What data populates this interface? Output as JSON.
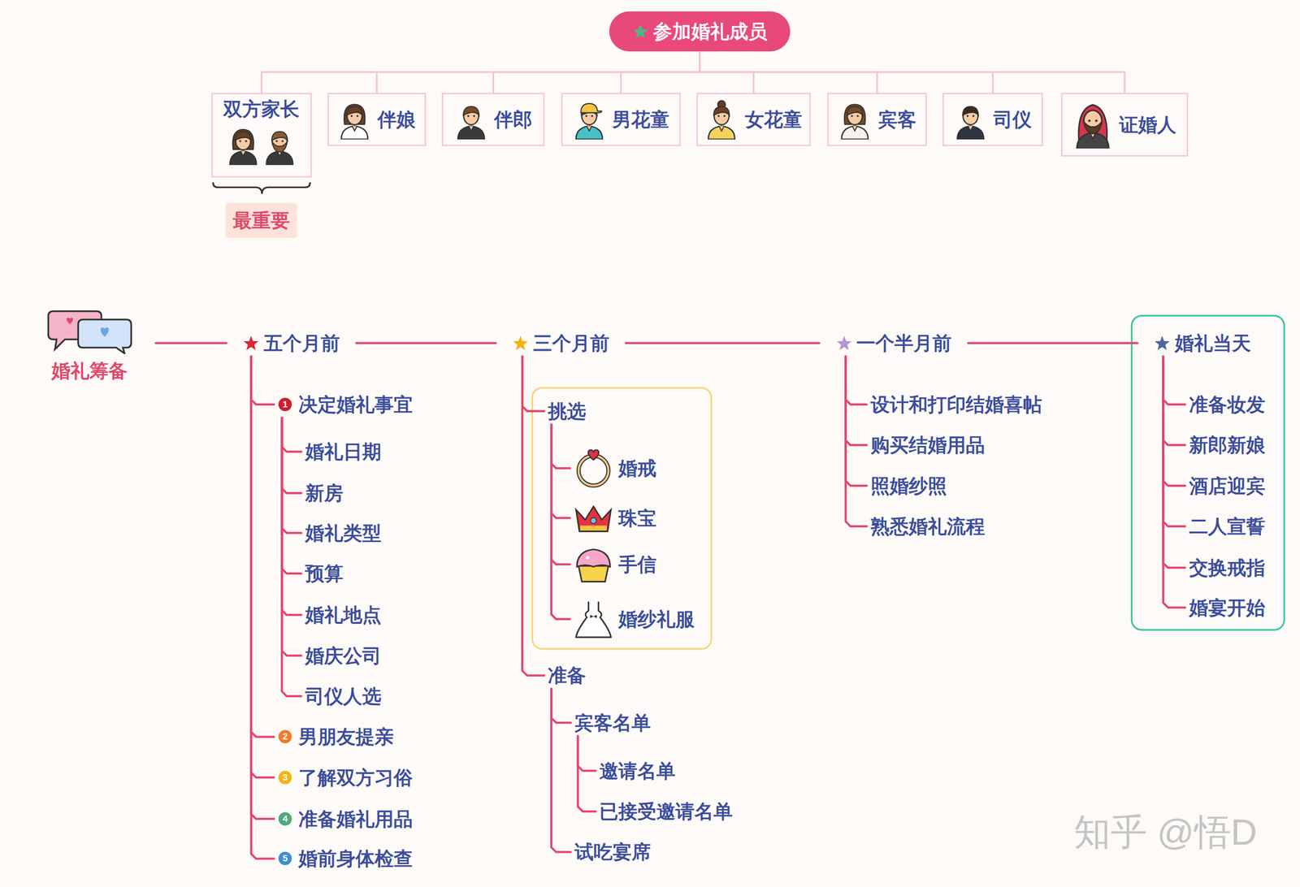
{
  "diagram": {
    "nodes": [
      {
        "text": [
          "参加婚礼成员"
        ]
      },
      {
        "text": [
          "双方家长"
        ]
      },
      {
        "text": [
          "伴娘"
        ]
      },
      {
        "text": [
          "伴郎"
        ]
      },
      {
        "text": [
          "男花童"
        ]
      },
      {
        "text": [
          "女花童"
        ]
      },
      {
        "text": [
          "宾客"
        ]
      },
      {
        "text": [
          "司仪"
        ]
      },
      {
        "text": [
          "证婚人"
        ]
      },
      {
        "text": [
          "最重要"
        ]
      },
      {
        "text": [
          "婚礼筹备"
        ]
      },
      {
        "text": [
          "五个月前"
        ]
      },
      {
        "text": [
          "决定婚礼事宜"
        ]
      },
      {
        "text": [
          "婚礼日期"
        ]
      },
      {
        "text": [
          "新房"
        ]
      },
      {
        "text": [
          "婚礼类型"
        ]
      },
      {
        "text": [
          "预算"
        ]
      },
      {
        "text": [
          "婚礼地点"
        ]
      },
      {
        "text": [
          "婚庆公司"
        ]
      },
      {
        "text": [
          "司仪人选"
        ]
      },
      {
        "text": [
          "男朋友提亲"
        ]
      },
      {
        "text": [
          "了解双方习俗"
        ]
      },
      {
        "text": [
          "准备婚礼用品"
        ]
      },
      {
        "text": [
          "婚前身体检查"
        ]
      },
      {
        "text": [
          "三个月前"
        ]
      },
      {
        "text": [
          "挑选"
        ]
      },
      {
        "text": [
          "婚戒"
        ]
      },
      {
        "text": [
          "珠宝"
        ]
      },
      {
        "text": [
          "手信"
        ]
      },
      {
        "text": [
          "婚纱礼服"
        ]
      },
      {
        "text": [
          "准备"
        ]
      },
      {
        "text": [
          "宾客名单"
        ]
      },
      {
        "text": [
          "邀请名单"
        ]
      },
      {
        "text": [
          "已接受邀请名单"
        ]
      },
      {
        "text": [
          "试吃宴席"
        ]
      },
      {
        "text": [
          "一个半月前"
        ]
      },
      {
        "text": [
          "设计和打印结婚喜帖"
        ]
      },
      {
        "text": [
          "购买结婚用品"
        ]
      },
      {
        "text": [
          "照婚纱照"
        ]
      },
      {
        "text": [
          "熟悉婚礼流程"
        ]
      },
      {
        "text": [
          "婚礼当天"
        ]
      },
      {
        "text": [
          "准备妆发"
        ]
      },
      {
        "text": [
          "新郎新娘"
        ]
      },
      {
        "text": [
          "酒店迎宾"
        ]
      },
      {
        "text": [
          "二人宣誓"
        ]
      },
      {
        "text": [
          "交换戒指"
        ]
      },
      {
        "text": [
          "婚宴开始"
        ]
      }
    ],
    "edges": [
      {
        "from": 0,
        "to": 1,
        "arrow": "none"
      },
      {
        "from": 0,
        "to": 2,
        "arrow": "none"
      },
      {
        "from": 0,
        "to": 3,
        "arrow": "none"
      },
      {
        "from": 0,
        "to": 4,
        "arrow": "none"
      },
      {
        "from": 0,
        "to": 5,
        "arrow": "none"
      },
      {
        "from": 0,
        "to": 6,
        "arrow": "none"
      },
      {
        "from": 0,
        "to": 7,
        "arrow": "none"
      },
      {
        "from": 0,
        "to": 8,
        "arrow": "none"
      },
      {
        "from": 10,
        "to": 11,
        "arrow": "none"
      },
      {
        "from": 11,
        "to": 24,
        "arrow": "none"
      },
      {
        "from": 24,
        "to": 35,
        "arrow": "none"
      },
      {
        "from": 35,
        "to": 40,
        "arrow": "none"
      },
      {
        "from": 11,
        "to": 12,
        "arrow": "none"
      },
      {
        "from": 12,
        "to": 13,
        "arrow": "none"
      },
      {
        "from": 12,
        "to": 14,
        "arrow": "none"
      },
      {
        "from": 12,
        "to": 15,
        "arrow": "none"
      },
      {
        "from": 12,
        "to": 16,
        "arrow": "none"
      },
      {
        "from": 12,
        "to": 17,
        "arrow": "none"
      },
      {
        "from": 12,
        "to": 18,
        "arrow": "none"
      },
      {
        "from": 12,
        "to": 19,
        "arrow": "none"
      },
      {
        "from": 11,
        "to": 20,
        "arrow": "none"
      },
      {
        "from": 11,
        "to": 21,
        "arrow": "none"
      },
      {
        "from": 11,
        "to": 22,
        "arrow": "none"
      },
      {
        "from": 11,
        "to": 23,
        "arrow": "none"
      },
      {
        "from": 24,
        "to": 25,
        "arrow": "none"
      },
      {
        "from": 25,
        "to": 26,
        "arrow": "none"
      },
      {
        "from": 25,
        "to": 27,
        "arrow": "none"
      },
      {
        "from": 25,
        "to": 28,
        "arrow": "none"
      },
      {
        "from": 25,
        "to": 29,
        "arrow": "none"
      },
      {
        "from": 24,
        "to": 30,
        "arrow": "none"
      },
      {
        "from": 30,
        "to": 31,
        "arrow": "none"
      },
      {
        "from": 31,
        "to": 32,
        "arrow": "none"
      },
      {
        "from": 31,
        "to": 33,
        "arrow": "none"
      },
      {
        "from": 30,
        "to": 34,
        "arrow": "none"
      },
      {
        "from": 35,
        "to": 36,
        "arrow": "none"
      },
      {
        "from": 35,
        "to": 37,
        "arrow": "none"
      },
      {
        "from": 35,
        "to": 38,
        "arrow": "none"
      },
      {
        "from": 35,
        "to": 39,
        "arrow": "none"
      },
      {
        "from": 40,
        "to": 41,
        "arrow": "none"
      },
      {
        "from": 40,
        "to": 42,
        "arrow": "none"
      },
      {
        "from": 40,
        "to": 43,
        "arrow": "none"
      },
      {
        "from": 40,
        "to": 44,
        "arrow": "none"
      },
      {
        "from": 40,
        "to": 45,
        "arrow": "none"
      },
      {
        "from": 40,
        "to": 46,
        "arrow": "none"
      }
    ],
    "labels": [
      "1",
      "2",
      "3",
      "4",
      "5",
      "知乎 @悟D"
    ]
  }
}
